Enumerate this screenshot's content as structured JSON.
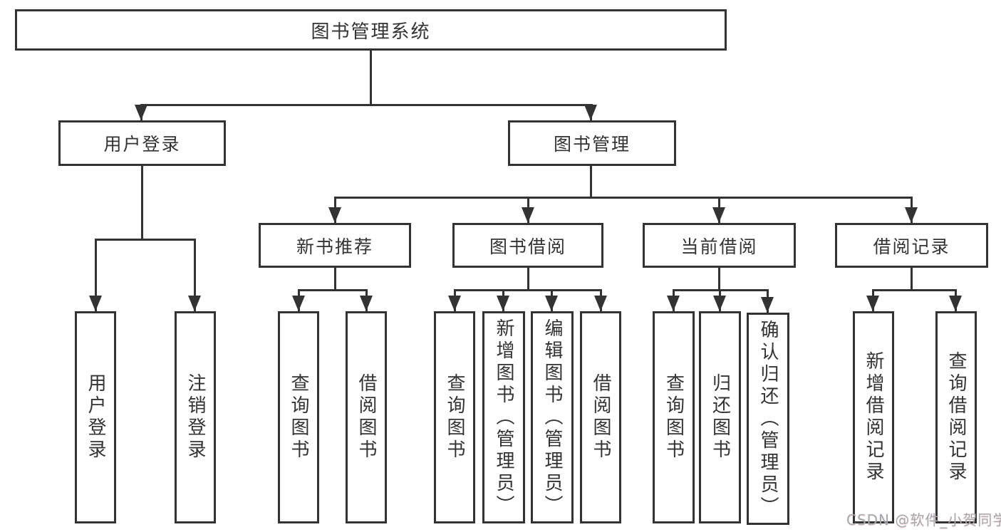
{
  "tree": {
    "label": "图书管理系统",
    "children": [
      {
        "label": "用户登录",
        "children": [
          {
            "label": "用户登录"
          },
          {
            "label": "注销登录"
          }
        ]
      },
      {
        "label": "图书管理",
        "children": [
          {
            "label": "新书推荐",
            "children": [
              {
                "label": "查询图书"
              },
              {
                "label": "借阅图书"
              }
            ]
          },
          {
            "label": "图书借阅",
            "children": [
              {
                "label": "查询图书"
              },
              {
                "label": "新增图书（管理员）"
              },
              {
                "label": "编辑图书（管理员）"
              },
              {
                "label": "借阅图书"
              }
            ]
          },
          {
            "label": "当前借阅",
            "children": [
              {
                "label": "查询图书"
              },
              {
                "label": "归还图书"
              },
              {
                "label": "确认归还（管理员）"
              }
            ]
          },
          {
            "label": "借阅记录",
            "children": [
              {
                "label": "新增借阅记录"
              },
              {
                "label": "查询借阅记录"
              }
            ]
          }
        ]
      }
    ]
  },
  "watermark": {
    "text": "CSDN @软件_小贺同学"
  },
  "colors": {
    "line": "#333333",
    "box_fill": "#ffffff",
    "text": "#333333",
    "background": "#ffffff",
    "watermark": "#a6a8af"
  }
}
